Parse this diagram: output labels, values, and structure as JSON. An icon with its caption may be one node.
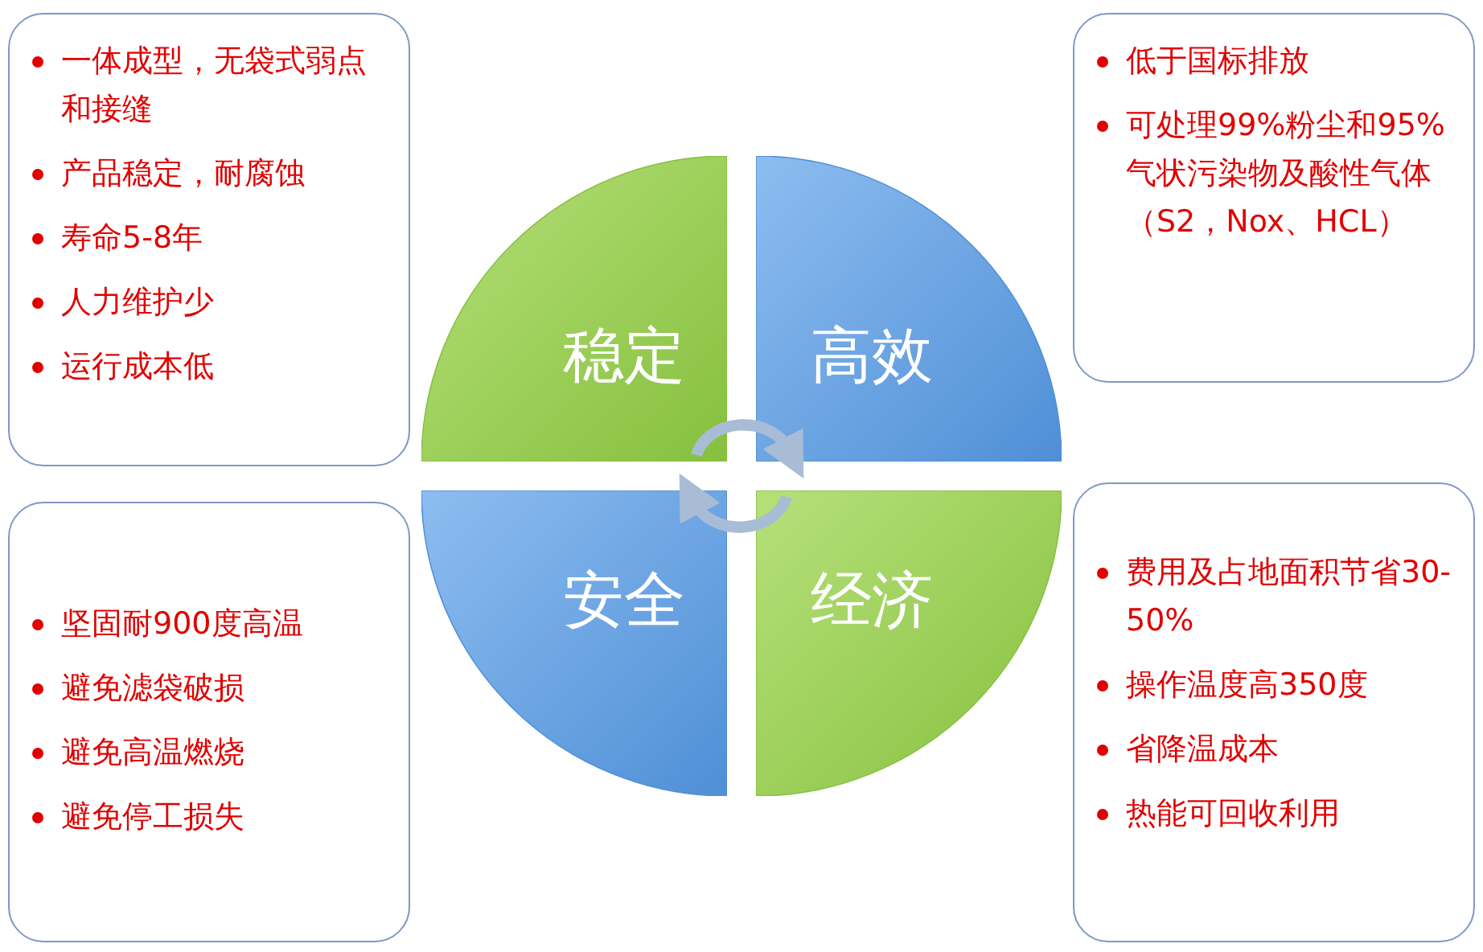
{
  "diagram": {
    "nodes": [
      {
        "text": [
          "一体成型，无袋式弱点和接缝",
          "产品稳定，耐腐蚀",
          "寿命5-8年",
          "人力维护少",
          "运行成本低"
        ]
      },
      {
        "text": [
          "稳定"
        ]
      },
      {
        "text": [
          "低于国标排放",
          "可处理99%粉尘和95%气状污染物及酸性气体（S2，Nox、HCL）"
        ]
      },
      {
        "text": [
          "高效"
        ]
      },
      {
        "text": [
          "安全"
        ]
      },
      {
        "text": [
          "坚固耐900度高温",
          "避免滤袋破损",
          "避免高温燃烧",
          "避免停工损失"
        ]
      },
      {
        "text": [
          "经济"
        ]
      },
      {
        "text": [
          "费用及占地面积节省30-50%",
          "操作温度高350度",
          "省降温成本",
          "热能可回收利用"
        ]
      }
    ],
    "edges": [
      {
        "from": 1,
        "to": 3,
        "arrow": "to"
      },
      {
        "from": 6,
        "to": 4,
        "arrow": "to"
      }
    ]
  }
}
